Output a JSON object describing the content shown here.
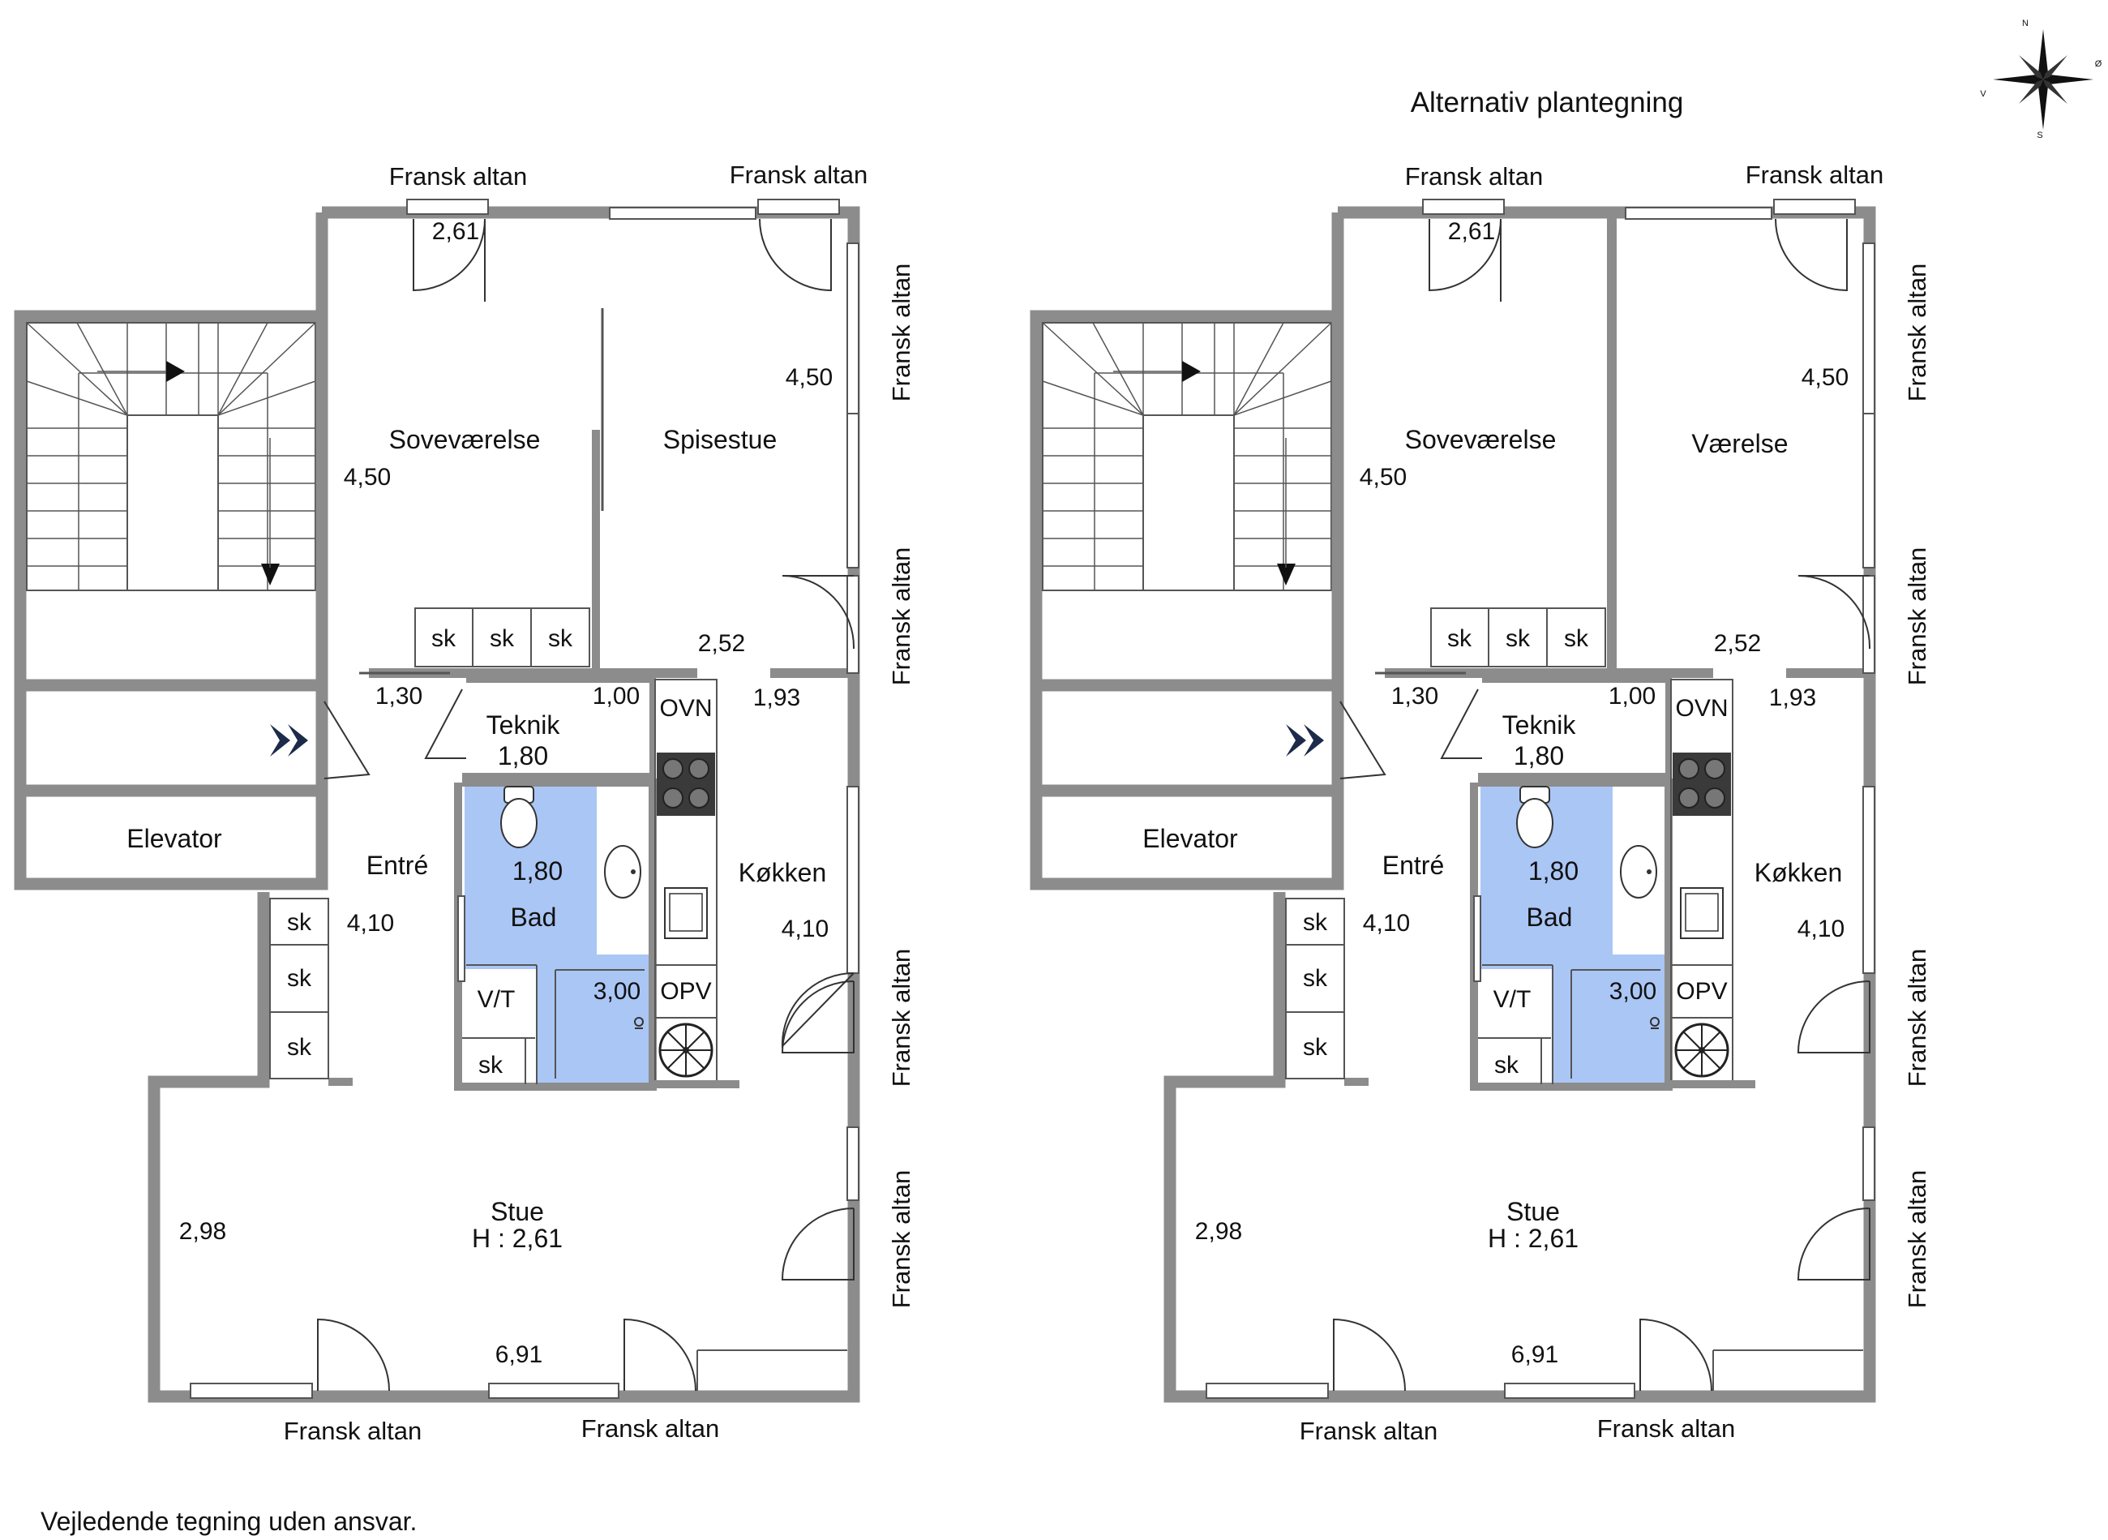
{
  "title": "Alternativ plantegning",
  "footer_note": "Vejledende tegning uden ansvar.",
  "compass": {
    "north": "N",
    "south": "S",
    "west": "V",
    "east": "Ø"
  },
  "plans": [
    {
      "id": "original",
      "rooms": {
        "bedroom": "Soveværelse",
        "room_right": "Spisestue",
        "technical": "Teknik",
        "bath": "Bad",
        "entry": "Entré",
        "kitchen": "Køkken",
        "living": "Stue",
        "living_height": "H : 2,61",
        "elevator": "Elevator"
      },
      "fixtures": {
        "wd": "V/T",
        "oven": "OVN",
        "dishwasher": "OPV",
        "closet": "sk"
      },
      "balcony_label": "Fransk altan",
      "dims": {
        "top_door": "2,61",
        "bedroom_h": "4,50",
        "right_h": "4,50",
        "right_w": "2,52",
        "entry_w": "1,30",
        "teknik_w": "1,00",
        "teknik_h": "1,80",
        "hall_w": "1,93",
        "bath_w": "1,80",
        "bath_len": "3,00",
        "entry_h": "4,10",
        "kitchen_h": "4,10",
        "living_h": "2,98",
        "living_w": "6,91"
      }
    },
    {
      "id": "alternative",
      "rooms": {
        "bedroom": "Soveværelse",
        "room_right": "Værelse",
        "technical": "Teknik",
        "bath": "Bad",
        "entry": "Entré",
        "kitchen": "Køkken",
        "living": "Stue",
        "living_height": "H : 2,61",
        "elevator": "Elevator"
      },
      "fixtures": {
        "wd": "V/T",
        "oven": "OVN",
        "dishwasher": "OPV",
        "closet": "sk"
      },
      "balcony_label": "Fransk altan",
      "dims": {
        "top_door": "2,61",
        "bedroom_h": "4,50",
        "right_h": "4,50",
        "right_w": "2,52",
        "entry_w": "1,30",
        "teknik_w": "1,00",
        "teknik_h": "1,80",
        "hall_w": "1,93",
        "bath_w": "1,80",
        "bath_len": "3,00",
        "entry_h": "4,10",
        "kitchen_h": "4,10",
        "living_h": "2,98",
        "living_w": "6,91"
      }
    }
  ]
}
